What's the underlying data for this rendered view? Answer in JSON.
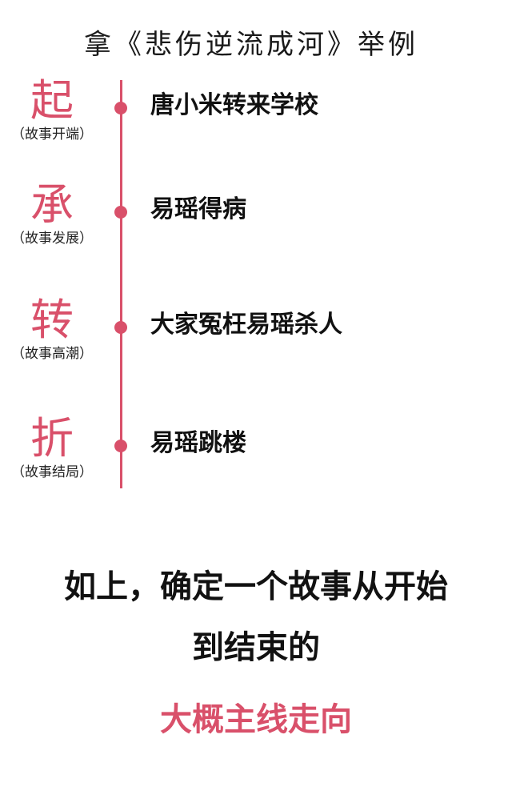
{
  "header": {
    "title": "拿《悲伤逆流成河》举例"
  },
  "stages": [
    {
      "char": "起",
      "subtitle": "（故事开端）",
      "event": "唐小米转来学校"
    },
    {
      "char": "承",
      "subtitle": "（故事发展）",
      "event": "易瑶得病"
    },
    {
      "char": "转",
      "subtitle": "（故事高潮）",
      "event": "大家冤枉易瑶杀人"
    },
    {
      "char": "折",
      "subtitle": "（故事结局）",
      "event": "易瑶跳楼"
    }
  ],
  "conclusion": {
    "line1": "如上，确定一个故事从开始",
    "line2": "到结束的",
    "highlight": "大概主线走向"
  },
  "colors": {
    "accent": "#d9506a",
    "text": "#111111",
    "background": "#ffffff"
  }
}
